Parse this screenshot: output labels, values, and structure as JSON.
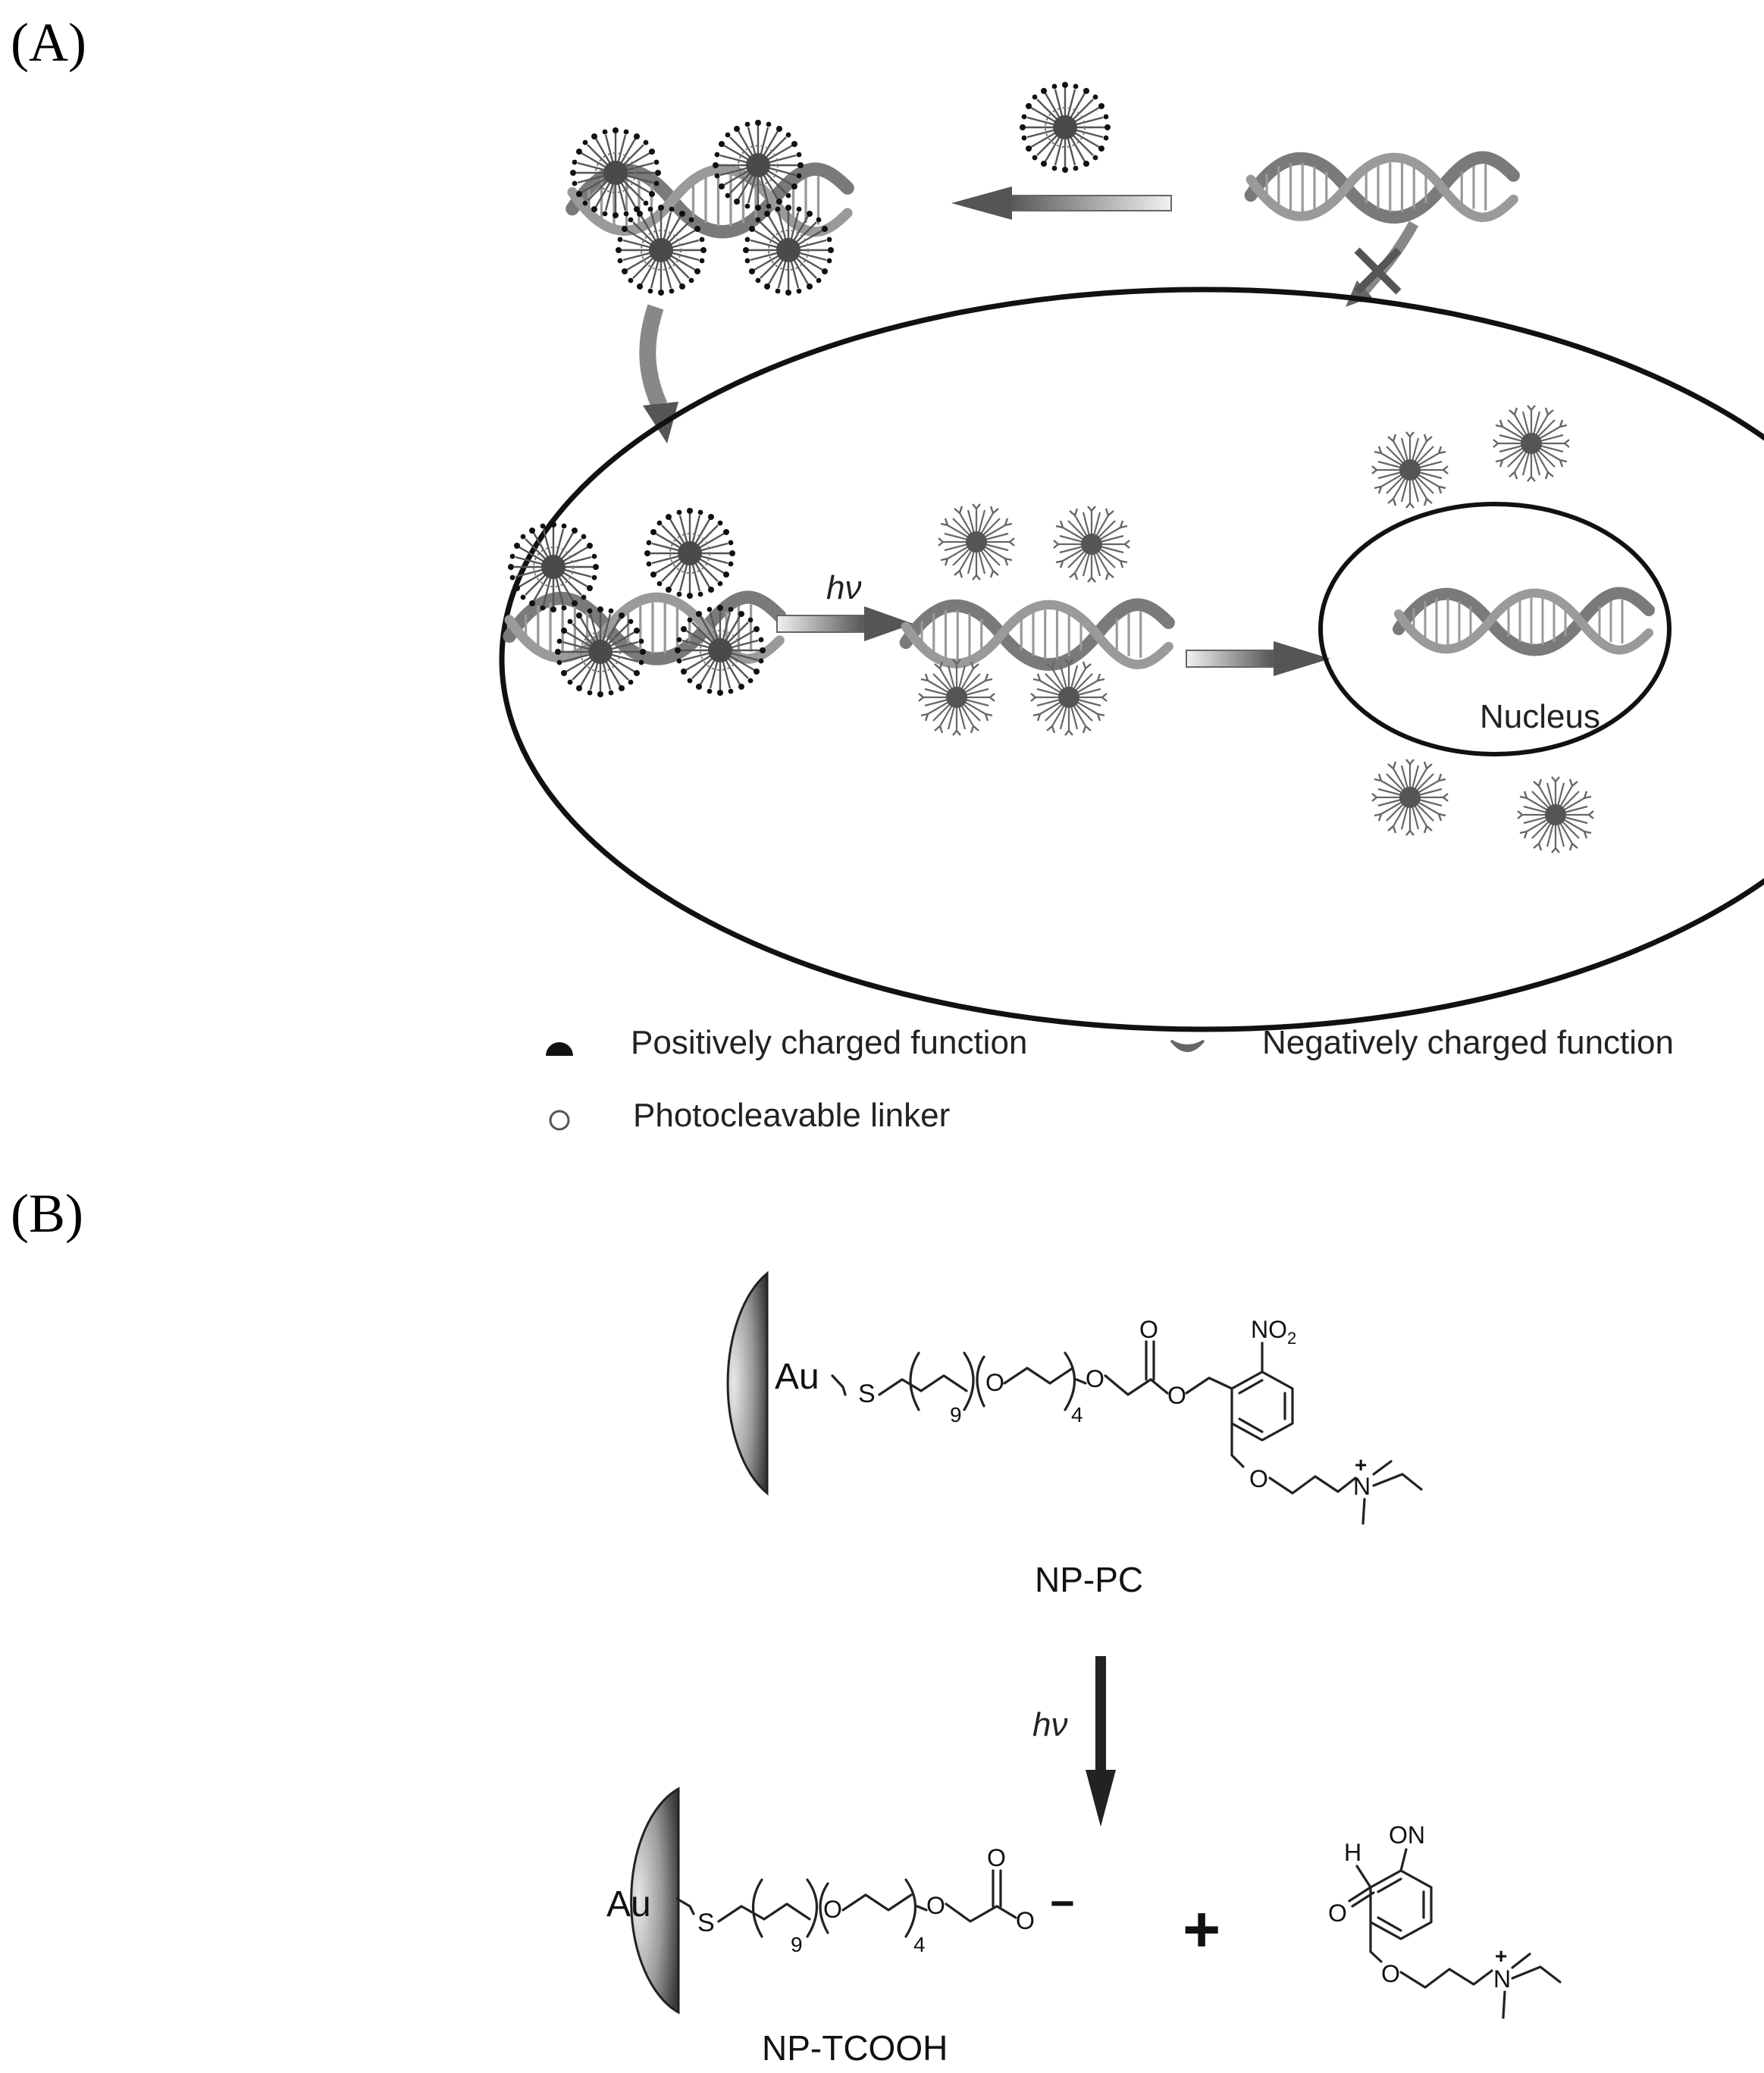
{
  "panel_a": {
    "label": "(A)",
    "hv_label": "hν",
    "nucleus_label": "Nucleus",
    "legend": {
      "positive": "Positively charged function",
      "negative": "Negatively charged function",
      "linker": "Photocleavable linker"
    }
  },
  "panel_b": {
    "label": "(B)",
    "np_pc": {
      "name": "NP-PC",
      "au": "Au",
      "s": "S",
      "n9": "9",
      "n4": "4",
      "o1": "O",
      "o2": "O",
      "carbonyl_o": "O",
      "ester_o": "O",
      "no2": "NO",
      "no2_sub": "2",
      "ether_o": "O",
      "n_plus": "N",
      "plus": "+"
    },
    "hv_label": "hν",
    "np_tcooh": {
      "name": "NP-TCOOH",
      "au": "Au",
      "s": "S",
      "n9": "9",
      "n4": "4",
      "o1": "O",
      "o2": "O",
      "carbonyl_o": "O",
      "o_minus": "O",
      "minus": "−"
    },
    "plus_sign": "+",
    "byproduct": {
      "h": "H",
      "aldehyde_o": "O",
      "on": "ON",
      "ether_o": "O",
      "n_plus": "N",
      "plus": "+"
    }
  }
}
